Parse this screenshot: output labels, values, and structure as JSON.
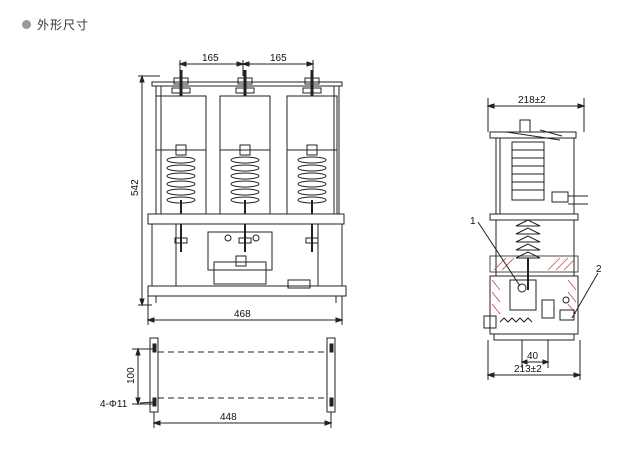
{
  "section_title": "外形尺寸",
  "colors": {
    "line": "#222222",
    "hatch": "#c44a4a",
    "bullet": "#9a9a9a"
  },
  "front_view": {
    "dim_pitch_left": "165",
    "dim_pitch_right": "165",
    "dim_height": "542",
    "dim_width": "468"
  },
  "plan_view": {
    "dim_depth": "100",
    "dim_width": "448",
    "dim_holes": "4-Φ11"
  },
  "side_view": {
    "dim_top": "218±2",
    "dim_bottom": "213±2",
    "dim_small": "40",
    "callout_1": "1",
    "callout_2": "2"
  }
}
